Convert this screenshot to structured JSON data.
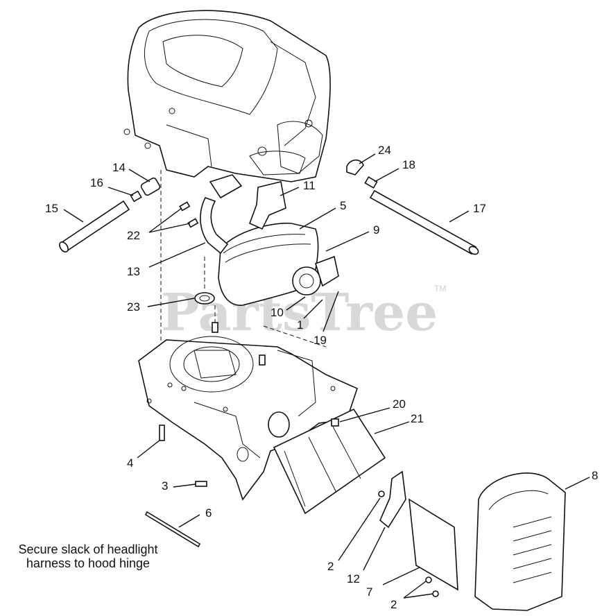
{
  "watermark": {
    "text": "PartsTree",
    "trademark": "TM"
  },
  "note": {
    "line1": "Secure slack of headlight",
    "line2": "harness to hood hinge"
  },
  "callouts": [
    {
      "id": "c24",
      "text": "24"
    },
    {
      "id": "c18",
      "text": "18"
    },
    {
      "id": "c14",
      "text": "14"
    },
    {
      "id": "c16",
      "text": "16"
    },
    {
      "id": "c11",
      "text": "11"
    },
    {
      "id": "c15",
      "text": "15"
    },
    {
      "id": "c5",
      "text": "5"
    },
    {
      "id": "c17",
      "text": "17"
    },
    {
      "id": "c22",
      "text": "22"
    },
    {
      "id": "c9",
      "text": "9"
    },
    {
      "id": "c13",
      "text": "13"
    },
    {
      "id": "c23",
      "text": "23"
    },
    {
      "id": "c10",
      "text": "10"
    },
    {
      "id": "c1",
      "text": "1"
    },
    {
      "id": "c19",
      "text": "19"
    },
    {
      "id": "c20",
      "text": "20"
    },
    {
      "id": "c21",
      "text": "21"
    },
    {
      "id": "c4",
      "text": "4"
    },
    {
      "id": "c8",
      "text": "8"
    },
    {
      "id": "c3",
      "text": "3"
    },
    {
      "id": "c6",
      "text": "6"
    },
    {
      "id": "c2a",
      "text": "2"
    },
    {
      "id": "c12",
      "text": "12"
    },
    {
      "id": "c7",
      "text": "7"
    },
    {
      "id": "c2b",
      "text": "2"
    }
  ]
}
